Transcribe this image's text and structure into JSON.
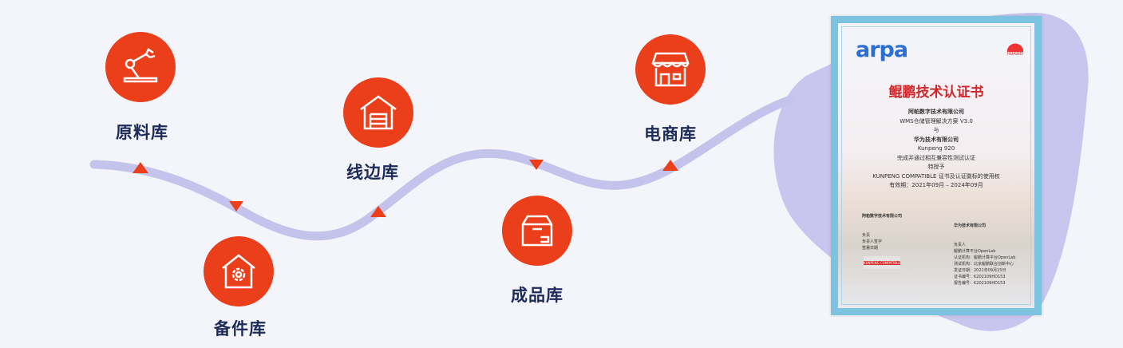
{
  "colors": {
    "accent": "#ea3f1a",
    "label": "#1d2b5a",
    "path": "#c3c3ec",
    "blob": "#c8c6ee"
  },
  "nodes": [
    {
      "label": "原料库",
      "icon": "robot-arm-icon"
    },
    {
      "label": "备件库",
      "icon": "gear-house-icon"
    },
    {
      "label": "线边库",
      "icon": "garage-icon"
    },
    {
      "label": "成品库",
      "icon": "box-icon"
    },
    {
      "label": "电商库",
      "icon": "store-icon"
    }
  ],
  "certificate": {
    "brand": "arpa",
    "partner": "HUAWEI",
    "title": "鲲鹏技术认证书",
    "lines": [
      "阿帕数字技术有限公司",
      "WMS仓储管理解决方案 V3.0",
      "与",
      "华为技术有限公司",
      "Kunpeng 920",
      "完成并通过相互兼容性测试认证",
      "特授予",
      "KUNPENG COMPATIBLE 证书及认证徽标的使用权",
      "有效期：2021年09月 – 2024年09月"
    ],
    "left_sign": [
      "阿帕数字技术有限公司",
      "负责",
      "负责人签字",
      "签署日期"
    ],
    "right_sign": [
      "华为技术有限公司",
      "负责人",
      "鲲鹏计算平台OpenLab",
      "认证机构：鲲鹏计算平台OpenLab",
      "测试机构：北京鲲鹏联合创新中心",
      "发证日期：2021年09月15日",
      "证书编号：K202109HD153",
      "报告编号：K202109HD153"
    ],
    "badge": "KUNPENG COMPATIBLE"
  }
}
